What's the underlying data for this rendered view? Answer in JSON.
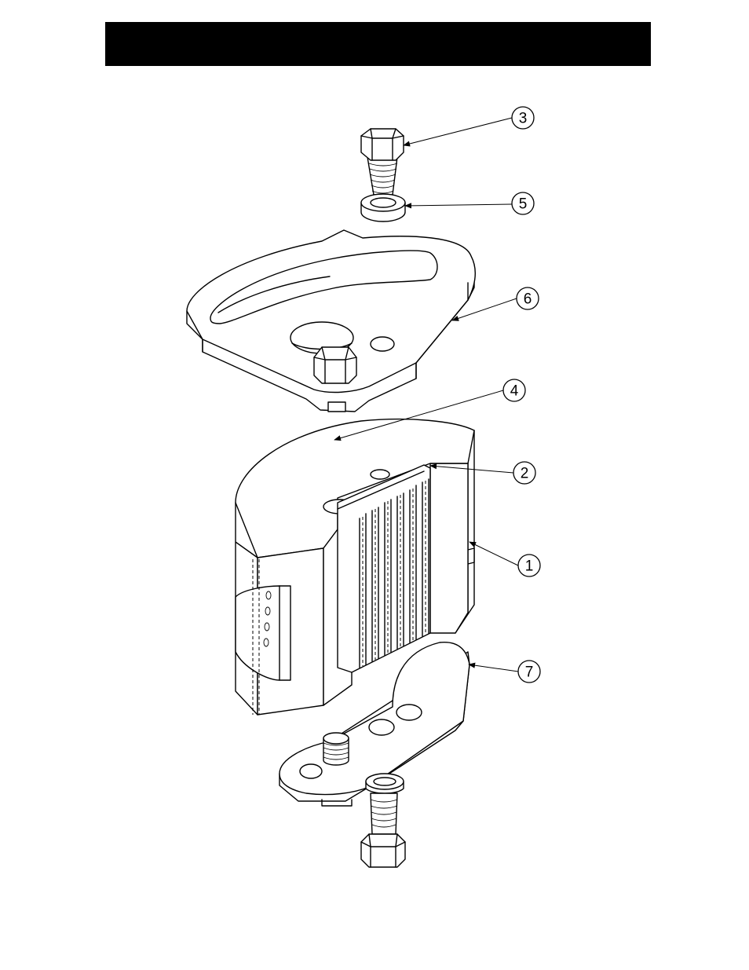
{
  "header": {
    "color": "#000000"
  },
  "callouts": [
    {
      "id": "callout-3",
      "label": "3"
    },
    {
      "id": "callout-5",
      "label": "5"
    },
    {
      "id": "callout-6",
      "label": "6"
    },
    {
      "id": "callout-4",
      "label": "4"
    },
    {
      "id": "callout-2",
      "label": "2"
    },
    {
      "id": "callout-1",
      "label": "1"
    },
    {
      "id": "callout-7",
      "label": "7"
    }
  ]
}
